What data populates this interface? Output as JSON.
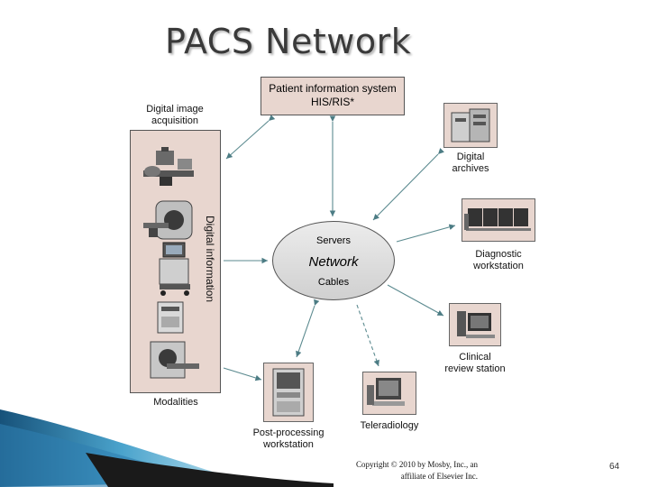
{
  "slide": {
    "title": "PACS Network",
    "page_number": "64",
    "copyright_line1": "Copyright © 2010 by Mosby, Inc., an",
    "copyright_line2": "affiliate of Elsevier Inc."
  },
  "diagram": {
    "his_line1": "Patient information system",
    "his_line2": "HIS/RIS*",
    "digital_image_line1": "Digital image",
    "digital_image_line2": "acquisition",
    "digital_information": "Digital information",
    "modalities": "Modalities",
    "network": {
      "servers": "Servers",
      "title": "Network",
      "cables": "Cables"
    },
    "archives_line1": "Digital",
    "archives_line2": "archives",
    "diagnostic_line1": "Diagnostic",
    "diagnostic_line2": "workstation",
    "clinical_line1": "Clinical",
    "clinical_line2": "review station",
    "teleradiology": "Teleradiology",
    "postproc_line1": "Post-processing",
    "postproc_line2": "workstation"
  },
  "colors": {
    "box_fill": "#e8d6cf",
    "arrow": "#5b8a8f",
    "band_dark": "#1b4f72",
    "band_light": "#6fb8d8"
  }
}
